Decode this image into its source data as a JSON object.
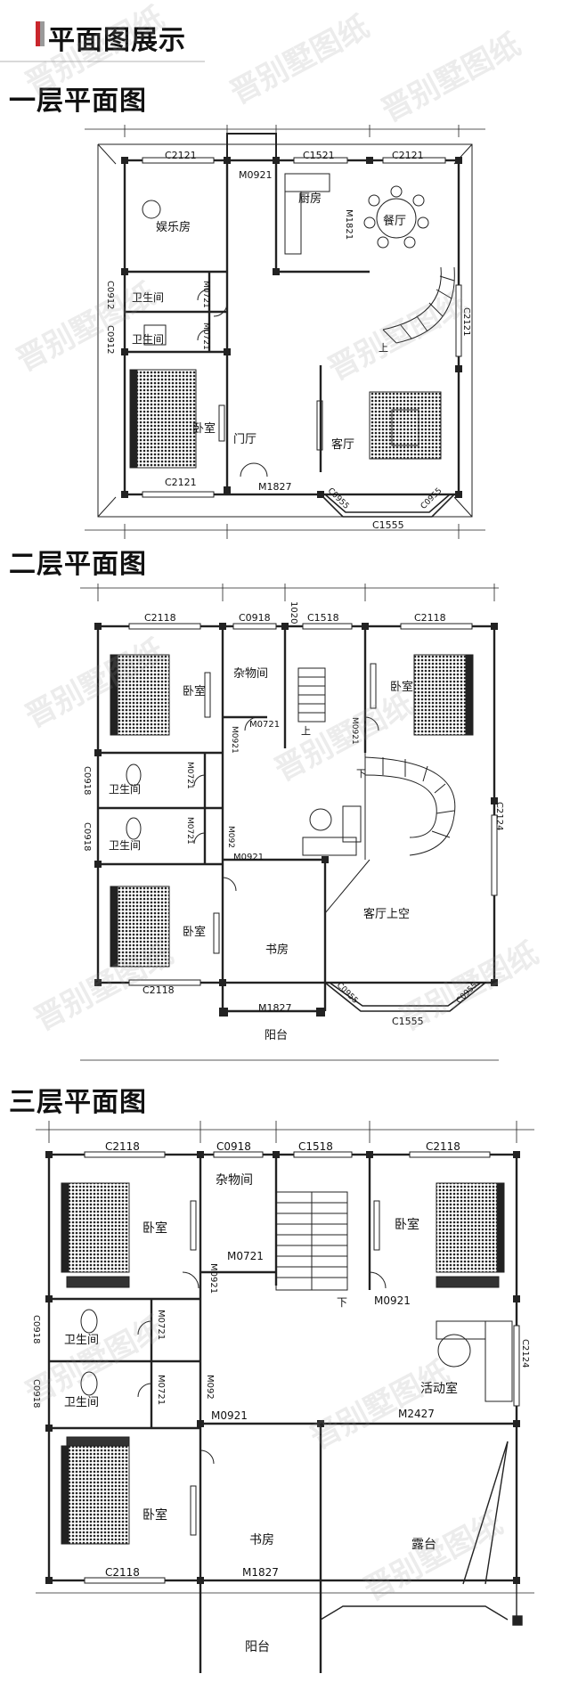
{
  "header": {
    "title": "平面图展示"
  },
  "watermark": "晋别墅图纸",
  "floor1": {
    "title": "一层平面图",
    "windows": {
      "top_left": "C2121",
      "top_mid": "C1521",
      "top_right": "C2121",
      "bottom_left": "C2121",
      "bay": "C1555",
      "bay_left": "C0955",
      "bay_right": "C0955",
      "right_side": "C2121",
      "left_wc1": "C0912",
      "left_wc2": "C0912"
    },
    "doors": {
      "entry_top": "M0921",
      "kitchen": "M1821",
      "wc1": "M0721",
      "wc2": "M0721",
      "foyer": "M1827"
    },
    "rooms": {
      "entertainment": "娱乐房",
      "kitchen": "厨房",
      "dining": "餐厅",
      "wc1": "卫生间",
      "wc2": "卫生间",
      "bedroom": "卧室",
      "foyer": "门厅",
      "living": "客厅",
      "stair_up": "上"
    }
  },
  "floor2": {
    "title": "二层平面图",
    "windows": {
      "top_left": "C2118",
      "top_mid1": "C0918",
      "top_mid2": "C1518",
      "top_right": "C2118",
      "top_small": "1020",
      "bottom_left": "C2118",
      "bay": "C1555",
      "bay_left": "C0955",
      "bay_right": "C0955",
      "right_side": "C2124",
      "left_wc1": "C0918",
      "left_wc2": "C0918"
    },
    "doors": {
      "storage": "M0721",
      "bed_left": "M0921",
      "bed_right": "M0921",
      "wc1": "M0721",
      "wc2": "M0721",
      "study_side": "M092",
      "study": "M0921",
      "balcony": "M1827"
    },
    "rooms": {
      "bed_tl": "卧室",
      "storage": "杂物间",
      "bed_tr": "卧室",
      "wc1": "卫生间",
      "wc2": "卫生间",
      "bed_bl": "卧室",
      "study": "书房",
      "void": "客厅上空",
      "balcony": "阳台",
      "stair_up": "上",
      "stair_down": "下"
    }
  },
  "floor3": {
    "title": "三层平面图",
    "windows": {
      "top_left": "C2118",
      "top_mid1": "C0918",
      "top_mid2": "C1518",
      "top_right": "C2118",
      "bottom_left": "C2118",
      "right_side": "C2124",
      "left_wc1": "C0918",
      "left_wc2": "C0918"
    },
    "doors": {
      "storage": "M0721",
      "bed_left": "M0921",
      "bed_right": "M0921",
      "wc1": "M0721",
      "wc2": "M0721",
      "study_side": "M092",
      "study": "M0921",
      "activity": "M2427",
      "balcony": "M1827"
    },
    "rooms": {
      "bed_tl": "卧室",
      "storage": "杂物间",
      "bed_tr": "卧室",
      "wc1": "卫生间",
      "wc2": "卫生间",
      "activity": "活动室",
      "bed_bl": "卧室",
      "study": "书房",
      "terrace": "露台",
      "balcony": "阳台",
      "stair_down": "下"
    }
  }
}
